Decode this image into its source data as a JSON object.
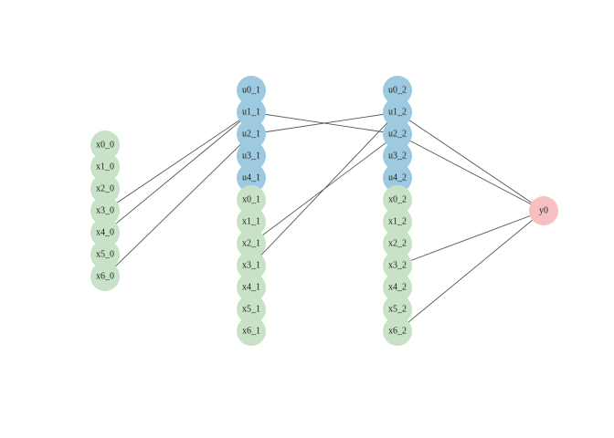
{
  "colors": {
    "control": "#9ecae1",
    "state": "#c7e2c6",
    "output": "#f6bfc1",
    "edge": "#555555"
  },
  "columns": [
    {
      "nodes": [
        {
          "id": "x0_0",
          "label": "x0_0",
          "kind": "state"
        },
        {
          "id": "x1_0",
          "label": "x1_0",
          "kind": "state"
        },
        {
          "id": "x2_0",
          "label": "x2_0",
          "kind": "state"
        },
        {
          "id": "x3_0",
          "label": "x3_0",
          "kind": "state"
        },
        {
          "id": "x4_0",
          "label": "x4_0",
          "kind": "state"
        },
        {
          "id": "x5_0",
          "label": "x5_0",
          "kind": "state"
        },
        {
          "id": "x6_0",
          "label": "x6_0",
          "kind": "state"
        }
      ]
    },
    {
      "nodes": [
        {
          "id": "u0_1",
          "label": "u0_1",
          "kind": "control"
        },
        {
          "id": "u1_1",
          "label": "u1_1",
          "kind": "control"
        },
        {
          "id": "u2_1",
          "label": "u2_1",
          "kind": "control"
        },
        {
          "id": "u3_1",
          "label": "u3_1",
          "kind": "control"
        },
        {
          "id": "u4_1",
          "label": "u4_1",
          "kind": "control"
        },
        {
          "id": "x0_1",
          "label": "x0_1",
          "kind": "state"
        },
        {
          "id": "x1_1",
          "label": "x1_1",
          "kind": "state"
        },
        {
          "id": "x2_1",
          "label": "x2_1",
          "kind": "state"
        },
        {
          "id": "x3_1",
          "label": "x3_1",
          "kind": "state"
        },
        {
          "id": "x4_1",
          "label": "x4_1",
          "kind": "state"
        },
        {
          "id": "x5_1",
          "label": "x5_1",
          "kind": "state"
        },
        {
          "id": "x6_1",
          "label": "x6_1",
          "kind": "state"
        }
      ]
    },
    {
      "nodes": [
        {
          "id": "u0_2",
          "label": "u0_2",
          "kind": "control"
        },
        {
          "id": "u1_2",
          "label": "u1_2",
          "kind": "control"
        },
        {
          "id": "u2_2",
          "label": "u2_2",
          "kind": "control"
        },
        {
          "id": "u3_2",
          "label": "u3_2",
          "kind": "control"
        },
        {
          "id": "u4_2",
          "label": "u4_2",
          "kind": "control"
        },
        {
          "id": "x0_2",
          "label": "x0_2",
          "kind": "state"
        },
        {
          "id": "x1_2",
          "label": "x1_2",
          "kind": "state"
        },
        {
          "id": "x2_2",
          "label": "x2_2",
          "kind": "state"
        },
        {
          "id": "x3_2",
          "label": "x3_2",
          "kind": "state"
        },
        {
          "id": "x4_2",
          "label": "x4_2",
          "kind": "state"
        },
        {
          "id": "x5_2",
          "label": "x5_2",
          "kind": "state"
        },
        {
          "id": "x6_2",
          "label": "x6_2",
          "kind": "state"
        }
      ]
    },
    {
      "nodes": [
        {
          "id": "y0",
          "label": "y0",
          "kind": "output"
        }
      ]
    }
  ],
  "edges": [
    [
      "x3_0",
      "u1_1"
    ],
    [
      "x4_0",
      "u1_1"
    ],
    [
      "x6_0",
      "u2_1"
    ],
    [
      "u1_1",
      "u2_2"
    ],
    [
      "u2_1",
      "u1_2"
    ],
    [
      "x2_1",
      "u2_2"
    ],
    [
      "x3_1",
      "u1_2"
    ],
    [
      "u1_2",
      "y0"
    ],
    [
      "u2_2",
      "y0"
    ],
    [
      "x3_2",
      "y0"
    ],
    [
      "x6_2",
      "y0"
    ]
  ]
}
